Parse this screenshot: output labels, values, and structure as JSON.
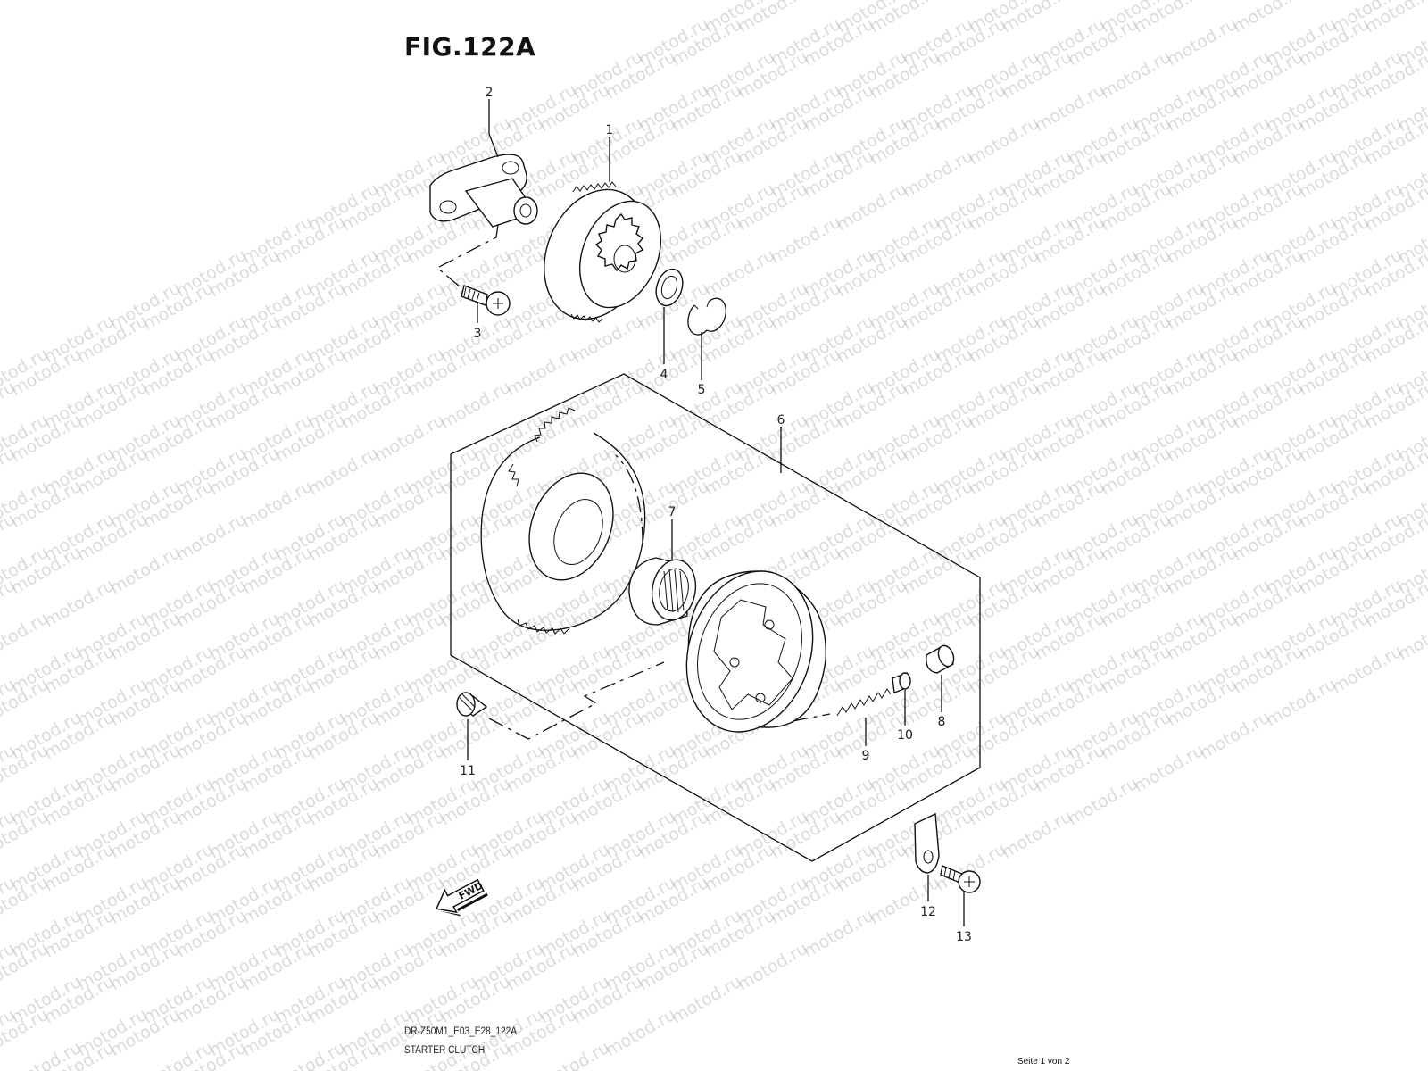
{
  "figure": {
    "title": "FIG.122A",
    "model_code": "DR-Z50M1_E03_E28_122A",
    "assembly_name": "STARTER CLUTCH",
    "page_indicator": "Seite 1 von 2",
    "direction_label": "FWD",
    "watermark_text": "motod.ru"
  },
  "callouts": [
    "1",
    "2",
    "3",
    "4",
    "5",
    "6",
    "7",
    "8",
    "9",
    "10",
    "11",
    "12",
    "13"
  ],
  "parts": [
    {
      "ref": "1",
      "part": "gear"
    },
    {
      "ref": "2",
      "part": "shaft-bracket"
    },
    {
      "ref": "3",
      "part": "screw"
    },
    {
      "ref": "4",
      "part": "washer"
    },
    {
      "ref": "5",
      "part": "circlip"
    },
    {
      "ref": "6",
      "part": "starter-clutch-assembly"
    },
    {
      "ref": "7",
      "part": "needle-bearing"
    },
    {
      "ref": "8",
      "part": "roller"
    },
    {
      "ref": "9",
      "part": "spring"
    },
    {
      "ref": "10",
      "part": "pin"
    },
    {
      "ref": "11",
      "part": "bolt"
    },
    {
      "ref": "12",
      "part": "plate"
    },
    {
      "ref": "13",
      "part": "screw"
    }
  ]
}
